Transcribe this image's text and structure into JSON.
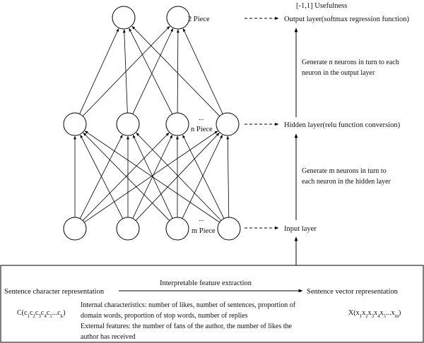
{
  "output": {
    "range_label": "[-1,1] Usefulness",
    "count_label": "2 Piece",
    "layer_label": "Output layer(softmax regression function)"
  },
  "hidden": {
    "count_label": "n Piece",
    "ellipsis": "...",
    "layer_label": "Hidden layer(relu function conversion)"
  },
  "input": {
    "count_label": "m Piece",
    "ellipsis": "...",
    "layer_label": "Input layer"
  },
  "steps": {
    "upper": [
      "Generate n neurons in turn to each",
      "neuron in the output layer"
    ],
    "lower": [
      "Generate m neurons in turn to",
      "each neuron in the hidden layer"
    ]
  },
  "box": {
    "extraction_label": "Interpretable feature extraction",
    "left_label": "Sentence character representation",
    "right_label": "Sentence vector representation",
    "c_formula": "C(c1c2c3c4c5...ck)",
    "x_formula": "X(x1x2x3x4x5...xm)",
    "internal_lines": [
      "Internal characteristics: number of likes, number of sentences, proportion of",
      "domain words, proportion of stop words, number of replies"
    ],
    "external_lines": [
      "External features: the number of fans of the author, the number of likes the",
      "author has received"
    ]
  }
}
